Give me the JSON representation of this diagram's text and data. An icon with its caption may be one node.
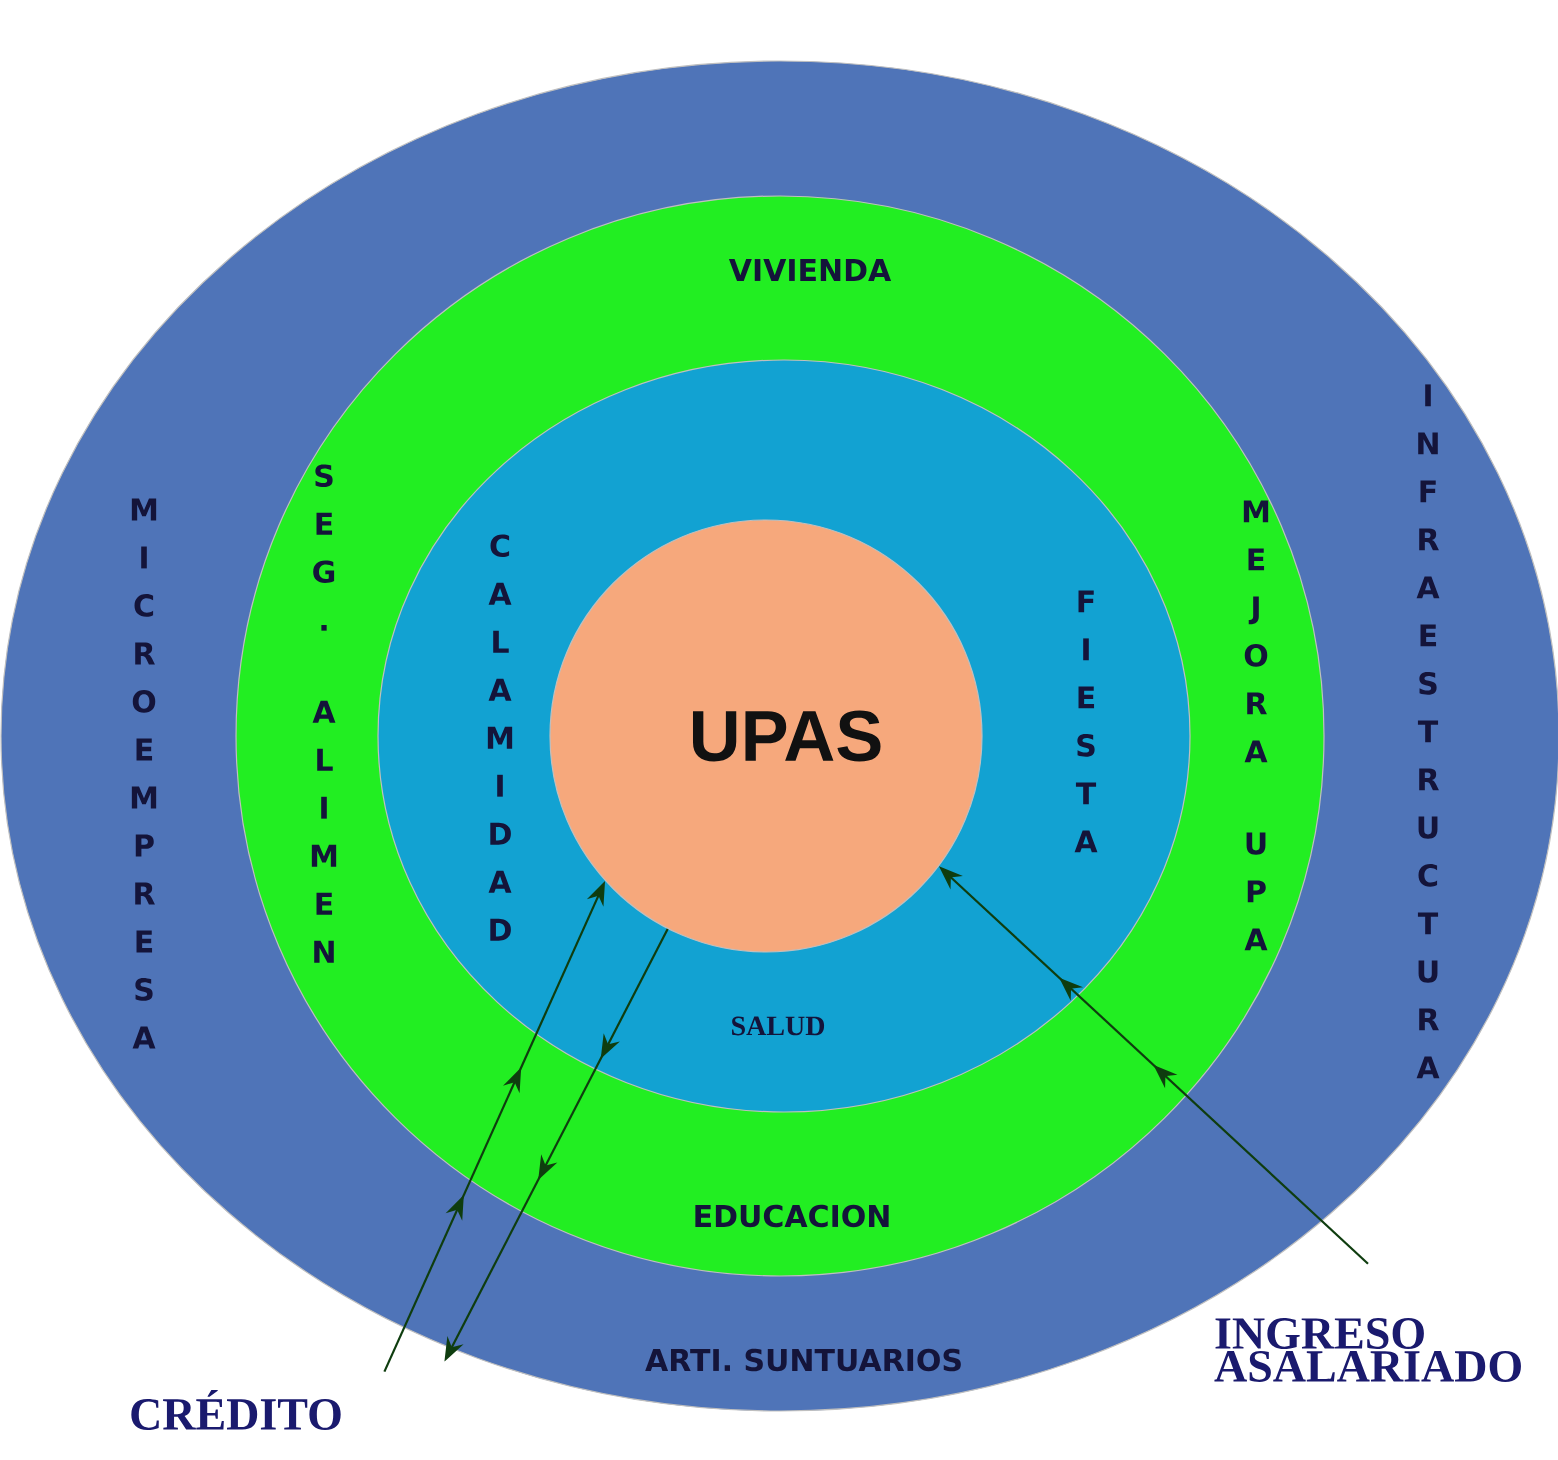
{
  "diagram": {
    "nodes": [
      {
        "text": [
          "MICROEMPRESA",
          "INFRAESTRUCTURA",
          "ARTI. SUNTUARIOS"
        ]
      },
      {
        "text": [
          "VIVIENDA",
          "SEG. ALIMEN",
          "MEJORA UPA",
          "EDUCACION"
        ],
        "in": 0
      },
      {
        "text": [
          "CALAMIDAD",
          "FIESTA",
          "SALUD"
        ],
        "in": 1
      },
      {
        "text": [
          "UPAS"
        ],
        "in": 2
      },
      {
        "text": [
          "CRÉDITO"
        ]
      },
      {
        "text": [
          "INGRESO ASALARIADO"
        ]
      }
    ],
    "edges": [
      {
        "from": 4,
        "to": 3,
        "arrow": "to"
      },
      {
        "from": 3,
        "to": 4,
        "arrow": "to"
      },
      {
        "from": 5,
        "to": 3,
        "arrow": "to"
      }
    ]
  }
}
